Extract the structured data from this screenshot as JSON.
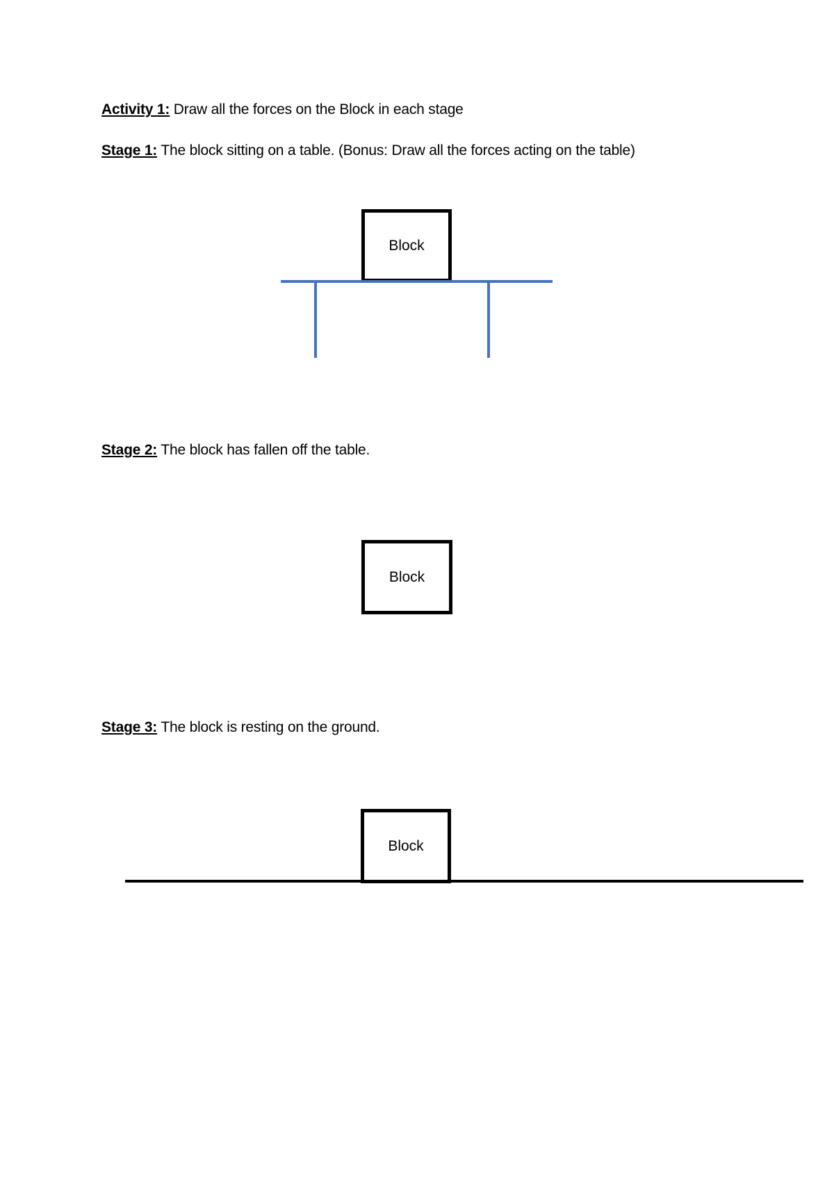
{
  "activity": {
    "label": "Activity 1:",
    "text": " Draw all the forces on the Block in each stage"
  },
  "stages": [
    {
      "label": "Stage 1:",
      "text": " The block sitting on a table. (Bonus: Draw all the forces acting on the table)",
      "block_label": "Block"
    },
    {
      "label": "Stage 2:",
      "text": " The block has fallen off the table.",
      "block_label": "Block"
    },
    {
      "label": "Stage 3:",
      "text": " The block is resting on the ground.",
      "block_label": "Block"
    }
  ],
  "colors": {
    "table": "#4472C4",
    "ground": "#000000",
    "block_border": "#000000"
  }
}
